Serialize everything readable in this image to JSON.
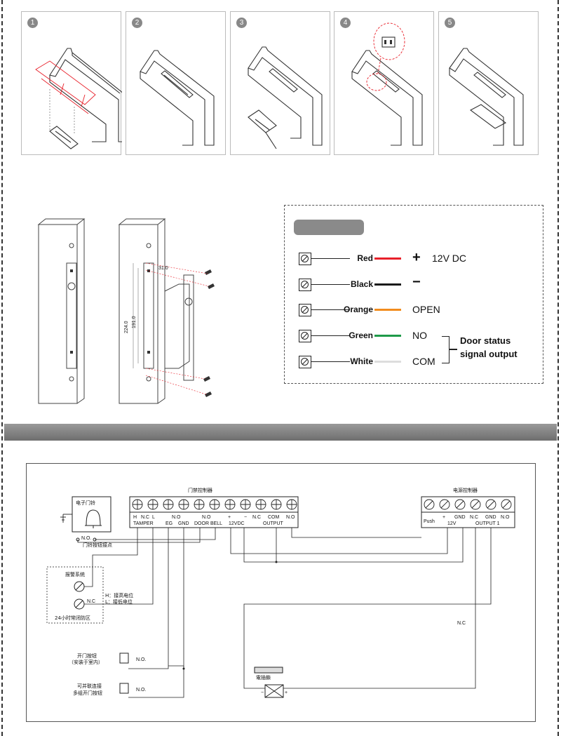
{
  "steps": [
    {
      "number": "1"
    },
    {
      "number": "2"
    },
    {
      "number": "3"
    },
    {
      "number": "4"
    },
    {
      "number": "5"
    }
  ],
  "dimensions": {
    "width": "31.0",
    "height_outer": "224.0",
    "height_inner": "191.0"
  },
  "wiring": {
    "rows": [
      {
        "color_name": "Red",
        "hex": "#e8202a",
        "sign": "+",
        "function": "12V DC"
      },
      {
        "color_name": "Black",
        "hex": "#1a1a1a",
        "sign": "−",
        "function": ""
      },
      {
        "color_name": "Orange",
        "hex": "#f28c1e",
        "sign": "",
        "function": "OPEN"
      },
      {
        "color_name": "Green",
        "hex": "#1e9a48",
        "sign": "",
        "function": "NO"
      },
      {
        "color_name": "White",
        "hex": "#dddddd",
        "sign": "",
        "function": "COM"
      }
    ],
    "door_status_line1": "Door status",
    "door_status_line2": "signal output"
  },
  "schematic": {
    "door_controller_title": "门禁控制器",
    "power_controller_title": "电源控制器",
    "doorbell_title": "电子门铃",
    "doorbell_no": "N.O.",
    "doorbell_contact": "门铃按钮接点",
    "ctrl_top_labels": [
      "H",
      "N.C",
      "L",
      "N.O",
      "N.O",
      "+",
      "−",
      "N.C",
      "COM",
      "N.O"
    ],
    "ctrl_bottom_labels": [
      "TAMPER",
      "EG",
      "GND",
      "DOOR BELL",
      "12VDC",
      "OUTPUT"
    ],
    "psu_top_labels": [
      "+",
      "GND",
      "N.C",
      "GND",
      "N.O"
    ],
    "psu_bottom_labels": [
      "Push",
      "12V",
      "OUTPUT 1"
    ],
    "alarm_title": "报警系统",
    "alarm_nc": "N.C",
    "alarm_h": "H：接高电位",
    "alarm_l": "L：接低电位",
    "alarm_zone": "24小时常闭防区",
    "exit_button_label1": "开门按钮",
    "exit_button_label2": "（安装于室内）",
    "exit_button_no": "N.O.",
    "multi_button_label1": "可并联连接",
    "multi_button_label2": "多组开门按钮",
    "multi_button_no": "N.O.",
    "lock_title": "電插鎖",
    "lock_minus": "−",
    "lock_plus": "+",
    "nc_wire_label": "N.C"
  }
}
